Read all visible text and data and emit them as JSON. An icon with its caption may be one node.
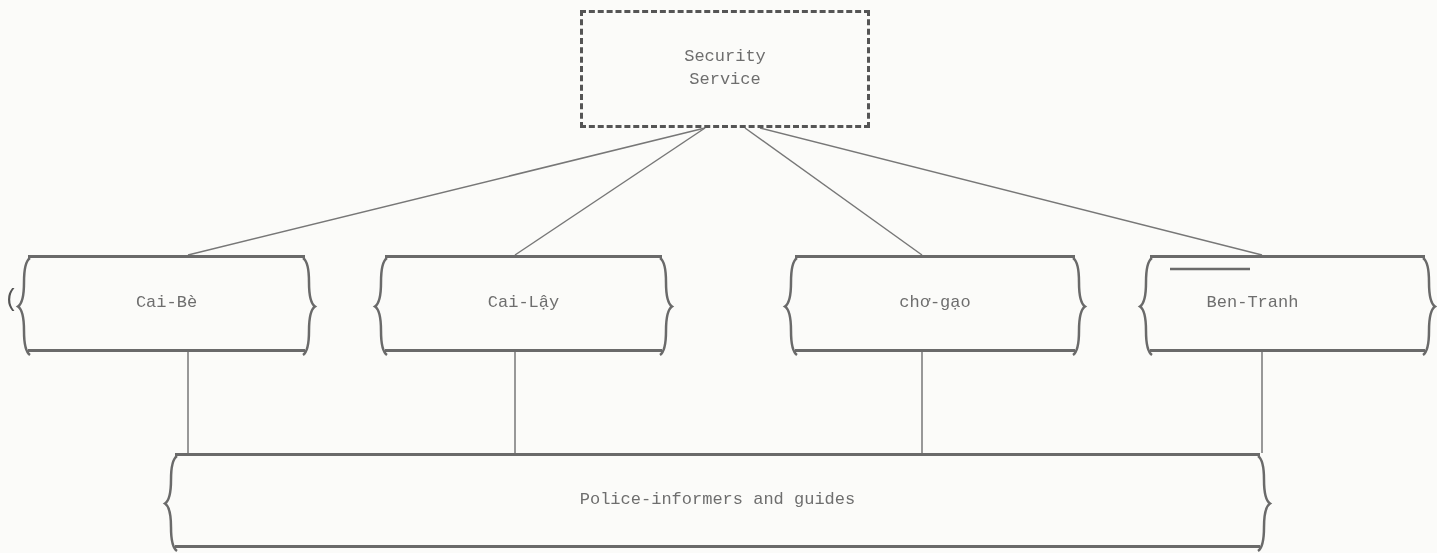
{
  "diagram": {
    "nodes": [
      {
        "text": [
          "Security Service"
        ]
      },
      {
        "text": [
          "Cai-Bè"
        ]
      },
      {
        "text": [
          "Cai-Lậy"
        ]
      },
      {
        "text": [
          "chơ-gạo"
        ]
      },
      {
        "text": [
          "Ben-Tranh"
        ]
      },
      {
        "text": [
          "Police-informers and guides"
        ]
      }
    ],
    "edges": [
      {
        "from": 0,
        "to": 1,
        "arrow": "none"
      },
      {
        "from": 0,
        "to": 2,
        "arrow": "none"
      },
      {
        "from": 0,
        "to": 3,
        "arrow": "none"
      },
      {
        "from": 0,
        "to": 4,
        "arrow": "none"
      },
      {
        "from": 1,
        "to": 5,
        "arrow": "none"
      },
      {
        "from": 2,
        "to": 5,
        "arrow": "none"
      },
      {
        "from": 3,
        "to": 5,
        "arrow": "none"
      },
      {
        "from": 4,
        "to": 5,
        "arrow": "none"
      }
    ],
    "labels": [
      "("
    ]
  }
}
